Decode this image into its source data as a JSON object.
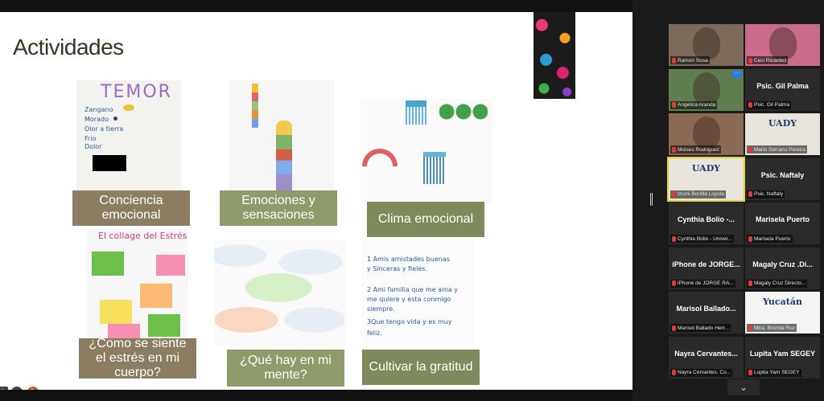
{
  "slide": {
    "title": "Actividades",
    "cards": [
      {
        "caption": "Conciencia emocional",
        "photo_text": [
          "TEMOR",
          "Zangano",
          "Morado",
          "Olor a tierra",
          "Frio",
          "Dolor"
        ]
      },
      {
        "caption": "Emociones y sensaciones"
      },
      {
        "caption": "Clima emocional"
      },
      {
        "caption": "¿Como se siente el estrés en mi cuerpo?",
        "photo_text": [
          "El collage del Estrés"
        ]
      },
      {
        "caption": "¿Qué hay en mi mente?"
      },
      {
        "caption": "Cultivar la gratitud",
        "photo_text": [
          "1 Amis amistades buenas",
          "y Sinceras y fieles.",
          "2 Ami familia que me ama y",
          "me quiere y esta conmigo",
          "siempre.",
          "3Que tengo vida y es muy",
          "feliz."
        ]
      }
    ]
  },
  "gallery": {
    "participants": [
      {
        "name": "Ramon Sosa",
        "video": true,
        "bg": "#7b6a5a"
      },
      {
        "name": "Ceci Ricardez",
        "video": true,
        "bg": "#c96b8a"
      },
      {
        "name": "Angelica Aranda",
        "video": true,
        "bg": "#5f7d4f"
      },
      {
        "name": "Psic. Gil Palma",
        "label": "Psic. Gil Palma",
        "video": false
      },
      {
        "name": "Moises Rodriguez",
        "video": true,
        "bg": "#8a6a55"
      },
      {
        "name": "Mario Serrano Pereira",
        "video": true,
        "bg": "#e9e5dc",
        "logo": "UADY"
      },
      {
        "name": "Izumi Bonilla Loyola",
        "video": true,
        "bg": "#e9e5dc",
        "logo": "UADY",
        "active": true
      },
      {
        "name": "Psic. Naftaly",
        "label": "Psic. Naftaly",
        "video": false
      },
      {
        "name": "Cynthia Bolio - Univer...",
        "label": "Cynthia Bolio -...",
        "video": false
      },
      {
        "name": "Marisela Puerto",
        "label": "Marisela Puerto",
        "video": false
      },
      {
        "name": "iPhone de JORGE RA...",
        "label": "iPhone de JORGE...",
        "video": false
      },
      {
        "name": "Magaly Cruz Directo...",
        "label": "Magaly Cruz .Di...",
        "video": false
      },
      {
        "name": "Marisol Ballado Herr...",
        "label": "Marisol Ballado...",
        "video": false
      },
      {
        "name": "Mtra. Brenda Ruz",
        "video": true,
        "bg": "#f4f4f4",
        "logo": "Yucatán"
      },
      {
        "name": "Nayra Cervantes. Co...",
        "label": "Nayra Cervantes...",
        "video": false
      },
      {
        "name": "Lupita Yam SEGEY",
        "label": "Lupita Yam SEGEY",
        "video": false
      }
    ]
  }
}
